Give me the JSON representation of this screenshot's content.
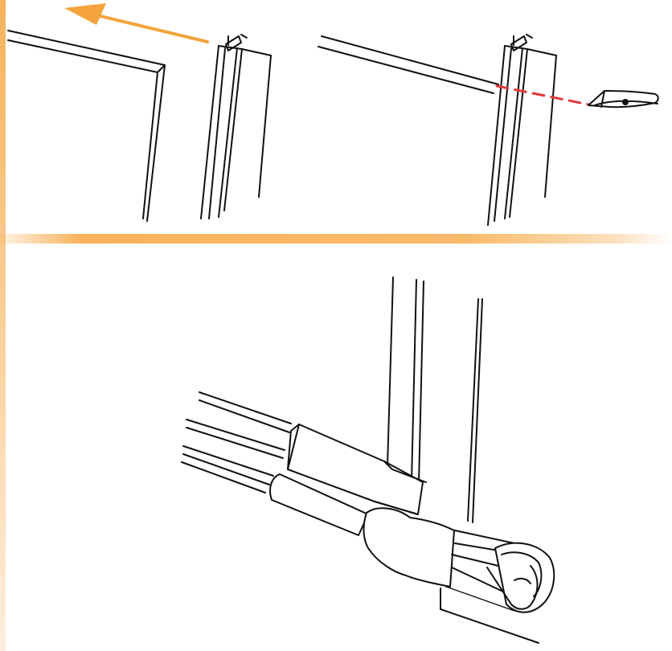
{
  "colors": {
    "accent_orange": "#f5a33c",
    "cut_line_red": "#e03a3a",
    "line_black": "#111111",
    "background": "#ffffff"
  },
  "panels": [
    {
      "id": "step-1",
      "description_icons": [
        "glass-pane",
        "glazing-bar",
        "slide-arrow"
      ]
    },
    {
      "id": "step-2",
      "description_icons": [
        "glass-pane",
        "glazing-bar",
        "cut-line",
        "scissors-icon"
      ]
    },
    {
      "id": "step-3",
      "description_icons": [
        "glazing-bar-base",
        "rubber-seal-strip",
        "glass-edge"
      ]
    }
  ]
}
